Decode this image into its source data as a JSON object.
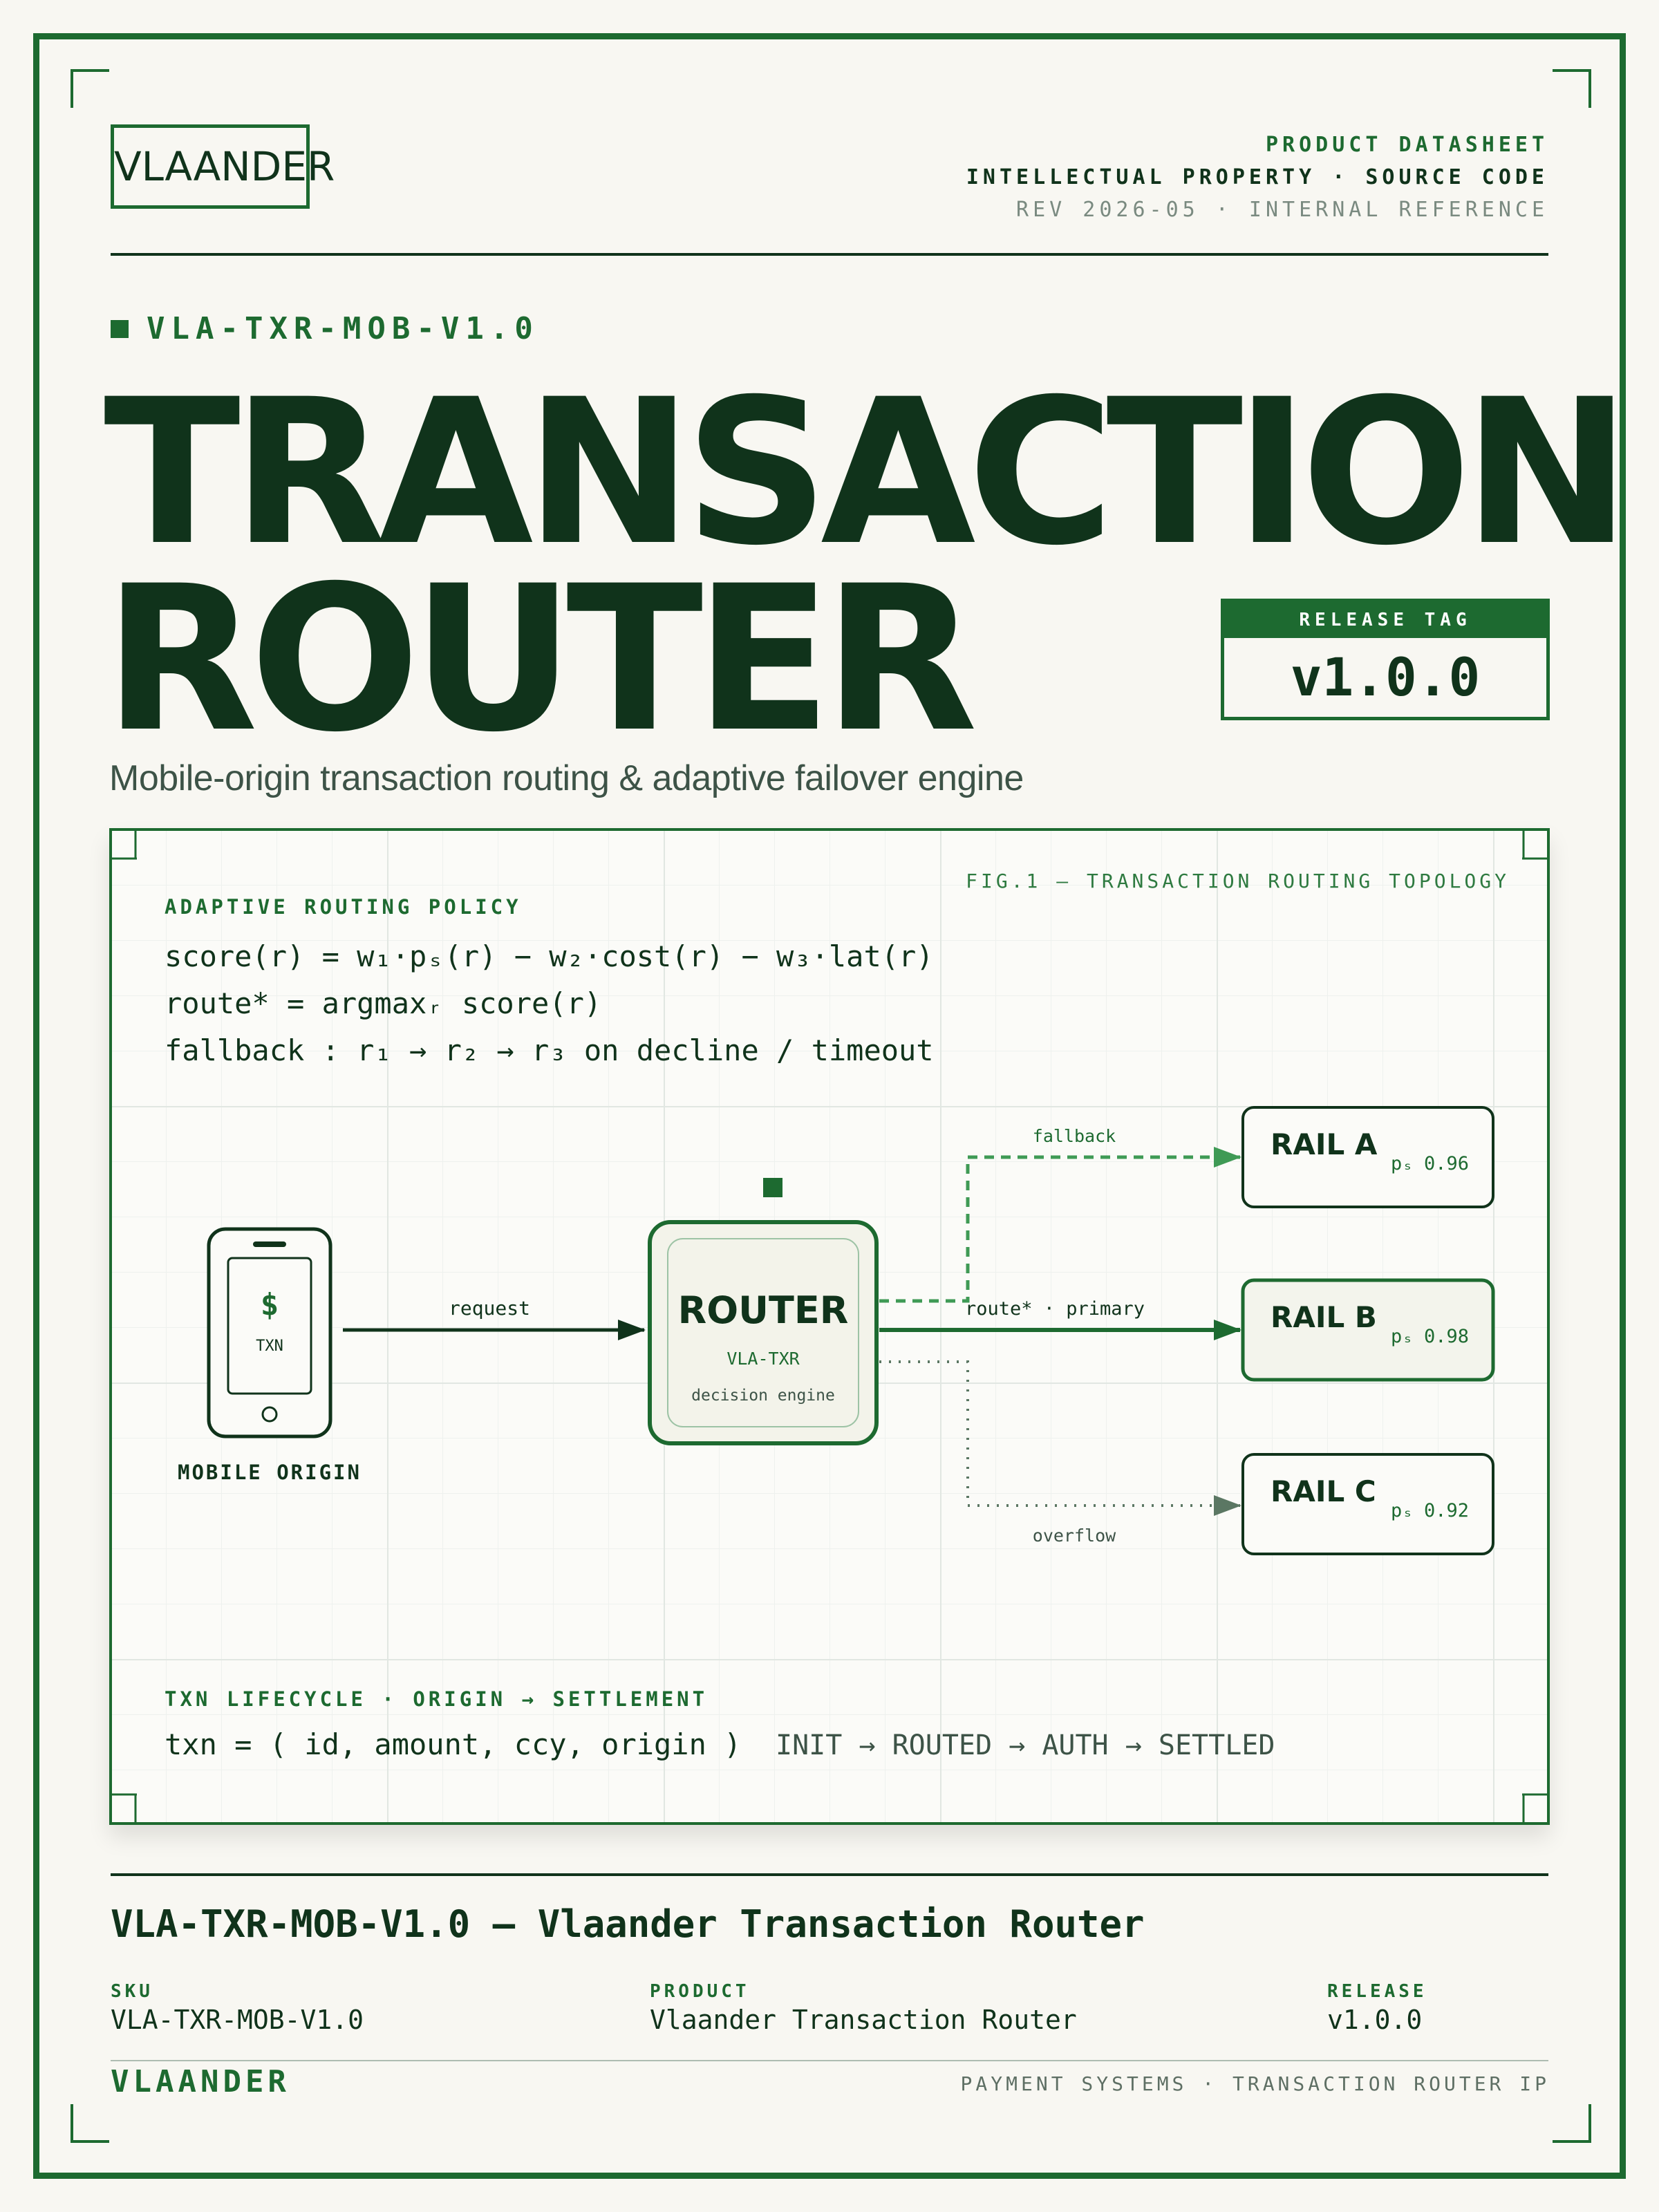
{
  "header": {
    "logo": "VLAANDER",
    "line1": "PRODUCT DATASHEET",
    "line2": "INTELLECTUAL PROPERTY · SOURCE CODE",
    "line3": "REV 2026-05 · INTERNAL REFERENCE"
  },
  "sku_tag": "VLA-TXR-MOB-V1.0",
  "title": {
    "line1": "TRANSACTION",
    "line2": "ROUTER"
  },
  "release_tag": {
    "label": "RELEASE TAG",
    "value": "v1.0.0"
  },
  "subtitle": "Mobile-origin transaction routing & adaptive failover engine",
  "figure": {
    "caption": "FIG.1 — TRANSACTION ROUTING TOPOLOGY",
    "policy_heading": "ADAPTIVE ROUTING POLICY",
    "formulas": {
      "score": "score(r) = w₁·pₛ(r) − w₂·cost(r) − w₃·lat(r)",
      "route": "route* = argmaxᵣ score(r)",
      "fallback": "fallback : r₁ → r₂ → r₃ on decline / timeout"
    },
    "mobile": {
      "symbol": "$",
      "txn": "TXN",
      "label": "MOBILE ORIGIN"
    },
    "request_label": "request",
    "router": {
      "title": "ROUTER",
      "code": "VLA-TXR",
      "desc": "decision engine"
    },
    "edges": {
      "fallback": "fallback",
      "primary": "route* · primary",
      "overflow": "overflow"
    },
    "rails": [
      {
        "name": "RAIL A",
        "ps_label": "pₛ",
        "ps_value": "0.96"
      },
      {
        "name": "RAIL B",
        "ps_label": "pₛ",
        "ps_value": "0.98"
      },
      {
        "name": "RAIL C",
        "ps_label": "pₛ",
        "ps_value": "0.92"
      }
    ],
    "lifecycle_heading": "TXN LIFECYCLE · ORIGIN → SETTLEMENT",
    "lifecycle_tuple": "txn = ( id, amount, ccy, origin )",
    "lifecycle_states": "INIT → ROUTED → AUTH → SETTLED"
  },
  "footer": {
    "title": "VLA-TXR-MOB-V1.0 — Vlaander Transaction Router",
    "sku_label": "SKU",
    "sku_value": "VLA-TXR-MOB-V1.0",
    "product_label": "PRODUCT",
    "product_value": "Vlaander Transaction Router",
    "release_label": "RELEASE",
    "release_value": "v1.0.0",
    "brand": "VLAANDER",
    "tagline": "PAYMENT SYSTEMS · TRANSACTION ROUTER IP"
  },
  "colors": {
    "accent": "#1d6a30",
    "ink": "#10331b",
    "paper": "#f8f7f2"
  }
}
